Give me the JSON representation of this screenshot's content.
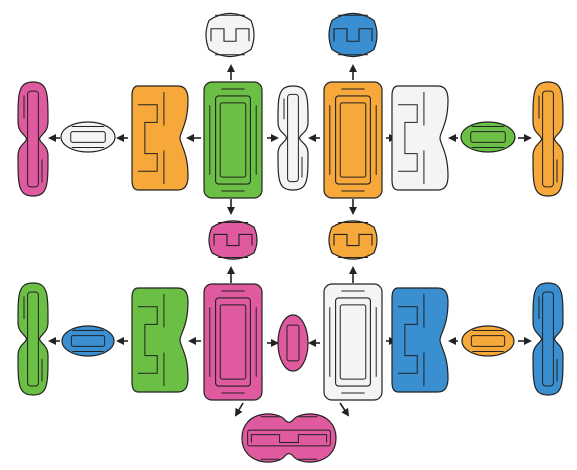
{
  "colors": {
    "pink": "#e05aa0",
    "green": "#6cbf45",
    "orange": "#f6a83a",
    "blue": "#3a8fd0",
    "white": "#f4f4f4",
    "stroke": "#222222"
  },
  "pieces": [
    {
      "id": "p1",
      "shape": "long-lobed",
      "color": "pink"
    },
    {
      "id": "p2",
      "shape": "oval",
      "color": "white"
    },
    {
      "id": "p3",
      "shape": "puzzle-tall",
      "color": "orange"
    },
    {
      "id": "p4",
      "shape": "big-rect",
      "color": "green"
    },
    {
      "id": "p5",
      "shape": "long-lobed",
      "color": "white"
    },
    {
      "id": "p6",
      "shape": "big-rect",
      "color": "orange"
    },
    {
      "id": "p7",
      "shape": "puzzle-tall",
      "color": "white"
    },
    {
      "id": "p8",
      "shape": "oval",
      "color": "green"
    },
    {
      "id": "p9",
      "shape": "long-lobed",
      "color": "orange"
    },
    {
      "id": "p10",
      "shape": "cap",
      "color": "white"
    },
    {
      "id": "p11",
      "shape": "cap",
      "color": "blue"
    },
    {
      "id": "p12",
      "shape": "cap",
      "color": "pink"
    },
    {
      "id": "p13",
      "shape": "cap",
      "color": "orange"
    },
    {
      "id": "p14",
      "shape": "long-lobed",
      "color": "green"
    },
    {
      "id": "p15",
      "shape": "oval",
      "color": "blue"
    },
    {
      "id": "p16",
      "shape": "puzzle-tall",
      "color": "green"
    },
    {
      "id": "p17",
      "shape": "big-rect",
      "color": "pink"
    },
    {
      "id": "p18",
      "shape": "small-oval",
      "color": "pink"
    },
    {
      "id": "p19",
      "shape": "big-rect",
      "color": "white"
    },
    {
      "id": "p20",
      "shape": "puzzle-tall",
      "color": "blue"
    },
    {
      "id": "p21",
      "shape": "oval",
      "color": "orange"
    },
    {
      "id": "p22",
      "shape": "long-lobed",
      "color": "blue"
    },
    {
      "id": "p23",
      "shape": "wide-lobed",
      "color": "pink"
    }
  ],
  "arrows": [
    {
      "from": "p4",
      "to": "p3"
    },
    {
      "from": "p3",
      "to": "p2"
    },
    {
      "from": "p2",
      "to": "p1"
    },
    {
      "from": "p4",
      "to": "p5"
    },
    {
      "from": "p6",
      "to": "p5"
    },
    {
      "from": "p6",
      "to": "p7"
    },
    {
      "from": "p8",
      "to": "p7"
    },
    {
      "from": "p8",
      "to": "p9"
    },
    {
      "from": "p4",
      "to": "p10"
    },
    {
      "from": "p6",
      "to": "p11"
    },
    {
      "from": "p4",
      "to": "p12"
    },
    {
      "from": "p6",
      "to": "p13"
    },
    {
      "from": "p17",
      "to": "p12"
    },
    {
      "from": "p19",
      "to": "p13"
    },
    {
      "from": "p17",
      "to": "p16"
    },
    {
      "from": "p16",
      "to": "p15"
    },
    {
      "from": "p15",
      "to": "p14"
    },
    {
      "from": "p17",
      "to": "p18"
    },
    {
      "from": "p19",
      "to": "p18"
    },
    {
      "from": "p19",
      "to": "p20"
    },
    {
      "from": "p21",
      "to": "p20"
    },
    {
      "from": "p21",
      "to": "p22"
    },
    {
      "from": "p17",
      "to": "p23"
    },
    {
      "from": "p19",
      "to": "p23"
    }
  ]
}
